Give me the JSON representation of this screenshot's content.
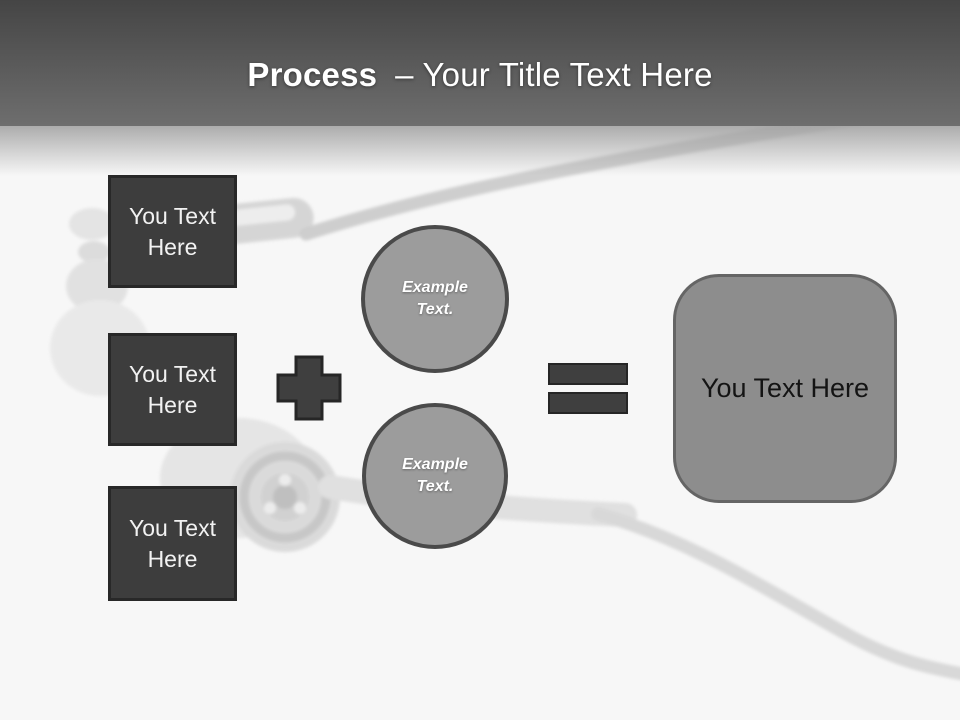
{
  "slide": {
    "header": {
      "title_bold": "Process",
      "title_rest": "– Your Title Text Here"
    },
    "input_boxes": [
      {
        "label": "You Text Here"
      },
      {
        "label": "You Text Here"
      },
      {
        "label": "You Text Here"
      }
    ],
    "example_circles": [
      {
        "label": "Example Text."
      },
      {
        "label": "Example Text."
      }
    ],
    "operators": {
      "plus": "plus-icon",
      "equals": "equals-icon"
    },
    "result_box": {
      "label": "You Text Here"
    },
    "background_image": "faint grayscale stethoscope photo",
    "colors": {
      "header_top": "#454545",
      "header_bottom": "#6e6e6e",
      "title_text": "#ffffff",
      "box_fill": "#3d3d3d",
      "box_border": "#282828",
      "box_text": "#f2f2f2",
      "circle_fill": "#9c9c9c",
      "circle_border": "#4a4a4a",
      "circle_text": "#ffffff",
      "operator_fill": "#3f3f3f",
      "operator_border": "#262626",
      "result_fill": "#8d8d8d",
      "result_border": "#656565",
      "result_text": "#141414",
      "background": "#f7f7f7"
    }
  }
}
